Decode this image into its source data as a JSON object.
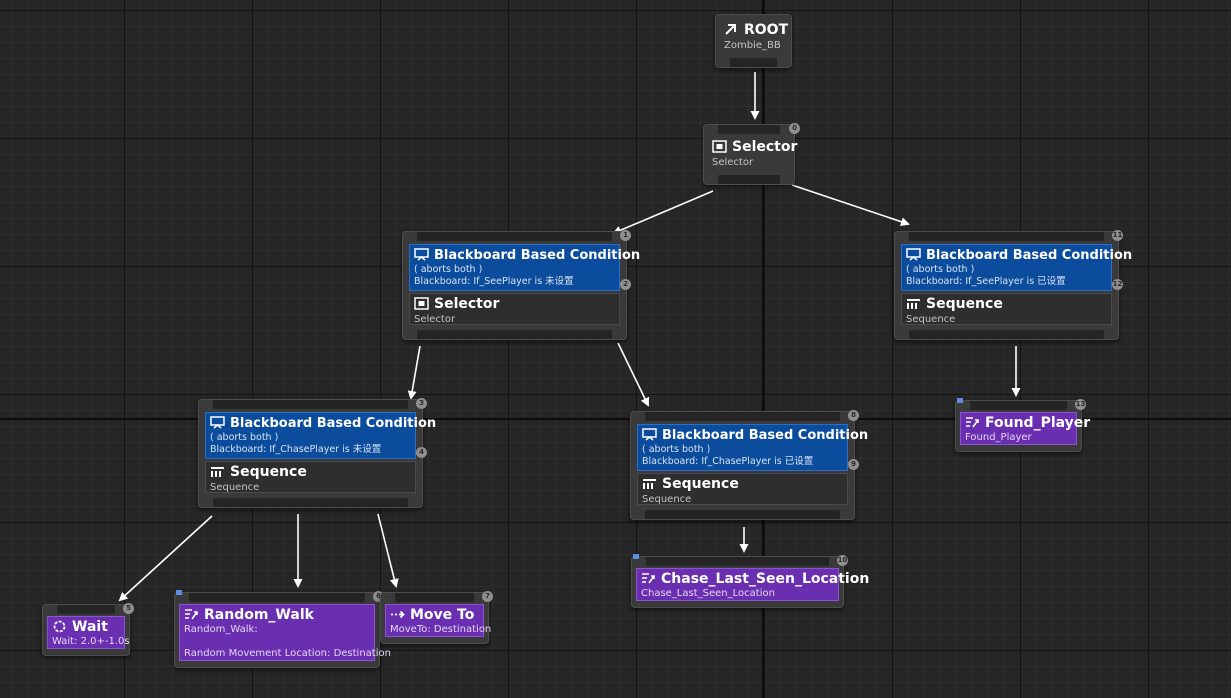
{
  "root": {
    "title": "ROOT",
    "sub": "Zombie_BB"
  },
  "selector_top": {
    "title": "Selector",
    "sub": "Selector",
    "index": "0"
  },
  "bb_left": {
    "title": "Blackboard Based Condition",
    "aborts": "( aborts both )",
    "detail": "Blackboard: If_SeePlayer is 未设置",
    "index": "1",
    "comp_title": "Selector",
    "comp_sub": "Selector",
    "comp_index": "2"
  },
  "bb_right": {
    "title": "Blackboard Based Condition",
    "aborts": "( aborts both )",
    "detail": "Blackboard: If_SeePlayer is 已设置",
    "index": "11",
    "comp_title": "Sequence",
    "comp_sub": "Sequence",
    "comp_index": "12"
  },
  "bb_ll": {
    "title": "Blackboard Based Condition",
    "aborts": "( aborts both )",
    "detail": "Blackboard: If_ChasePlayer is 未设置",
    "index": "3",
    "comp_title": "Sequence",
    "comp_sub": "Sequence",
    "comp_index": "4"
  },
  "bb_mid": {
    "title": "Blackboard Based Condition",
    "aborts": "( aborts both )",
    "detail": "Blackboard: If_ChasePlayer is 已设置",
    "index": "8",
    "comp_title": "Sequence",
    "comp_sub": "Sequence",
    "comp_index": "9"
  },
  "found_player": {
    "title": "Found_Player",
    "sub": "Found_Player",
    "index": "13"
  },
  "chase_last": {
    "title": "Chase_Last_Seen_Location",
    "sub": "Chase_Last_Seen_Location",
    "index": "10"
  },
  "wait": {
    "title": "Wait",
    "sub": "Wait: 2.0+-1.0s",
    "index": "5"
  },
  "random_walk": {
    "title": "Random_Walk",
    "sub": "Random_Walk:",
    "sub2": "Random Movement Location: Destination",
    "index": "6"
  },
  "move_to": {
    "title": "Move To",
    "sub": "MoveTo: Destination",
    "index": "7"
  },
  "icons": {
    "root": "root-arrow-icon",
    "selector": "selector-icon",
    "sequence": "sequence-icon",
    "blackboard": "blackboard-icon",
    "task": "task-icon",
    "wait": "wait-icon",
    "move": "move-to-icon"
  }
}
